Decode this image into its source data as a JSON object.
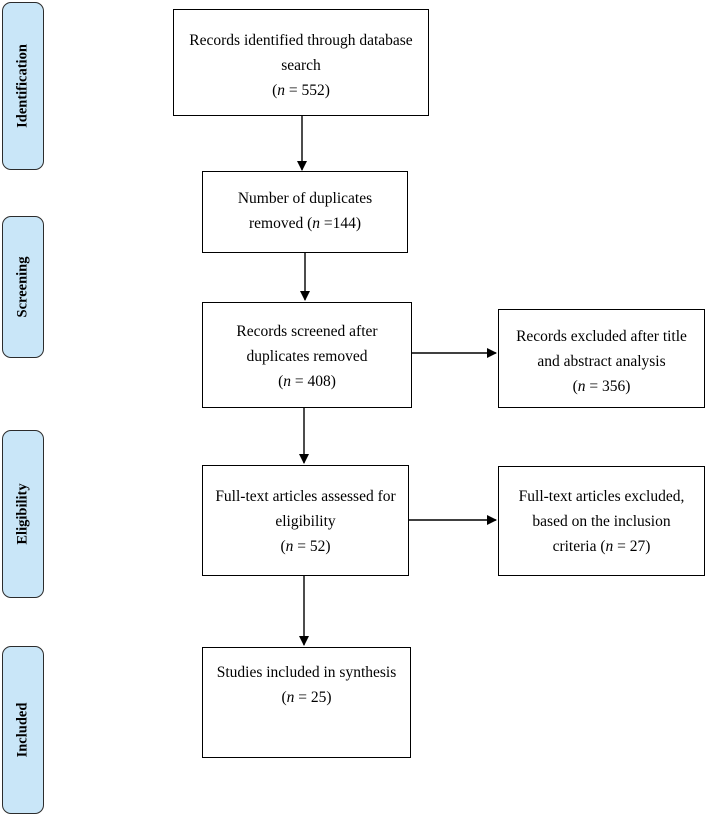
{
  "stages": [
    {
      "id": "identification",
      "label": "Identification"
    },
    {
      "id": "screening",
      "label": "Screening"
    },
    {
      "id": "eligibility",
      "label": "Eligibility"
    },
    {
      "id": "included",
      "label": "Included"
    }
  ],
  "boxes": {
    "identified": {
      "lines": [
        "Records identified through database",
        "search"
      ],
      "n_prefix": "(",
      "n_var": "n",
      "n_suffix": " = 552)"
    },
    "duplicates": {
      "lines": [
        "Number of duplicates",
        "removed ("
      ],
      "n_var": "n",
      "n_suffix": " =144)"
    },
    "screened": {
      "lines": [
        "Records screened after",
        "duplicates removed"
      ],
      "n_prefix": "(",
      "n_var": "n",
      "n_suffix": " = 408)"
    },
    "excluded_title": {
      "lines": [
        "Records excluded after title",
        "and abstract analysis"
      ],
      "n_prefix": "(",
      "n_var": "n",
      "n_suffix": " = 356)"
    },
    "fulltext_assessed": {
      "lines": [
        "Full-text articles assessed for",
        "eligibility"
      ],
      "n_prefix": "(",
      "n_var": "n",
      "n_suffix": " = 52)"
    },
    "fulltext_excluded": {
      "lines": [
        "Full-text articles excluded,",
        "based on the inclusion",
        "criteria ("
      ],
      "n_var": "n",
      "n_suffix": " = 27)"
    },
    "included": {
      "lines": [
        "Studies included in synthesis"
      ],
      "n_prefix": "(",
      "n_var": "n",
      "n_suffix": " = 25)"
    }
  }
}
